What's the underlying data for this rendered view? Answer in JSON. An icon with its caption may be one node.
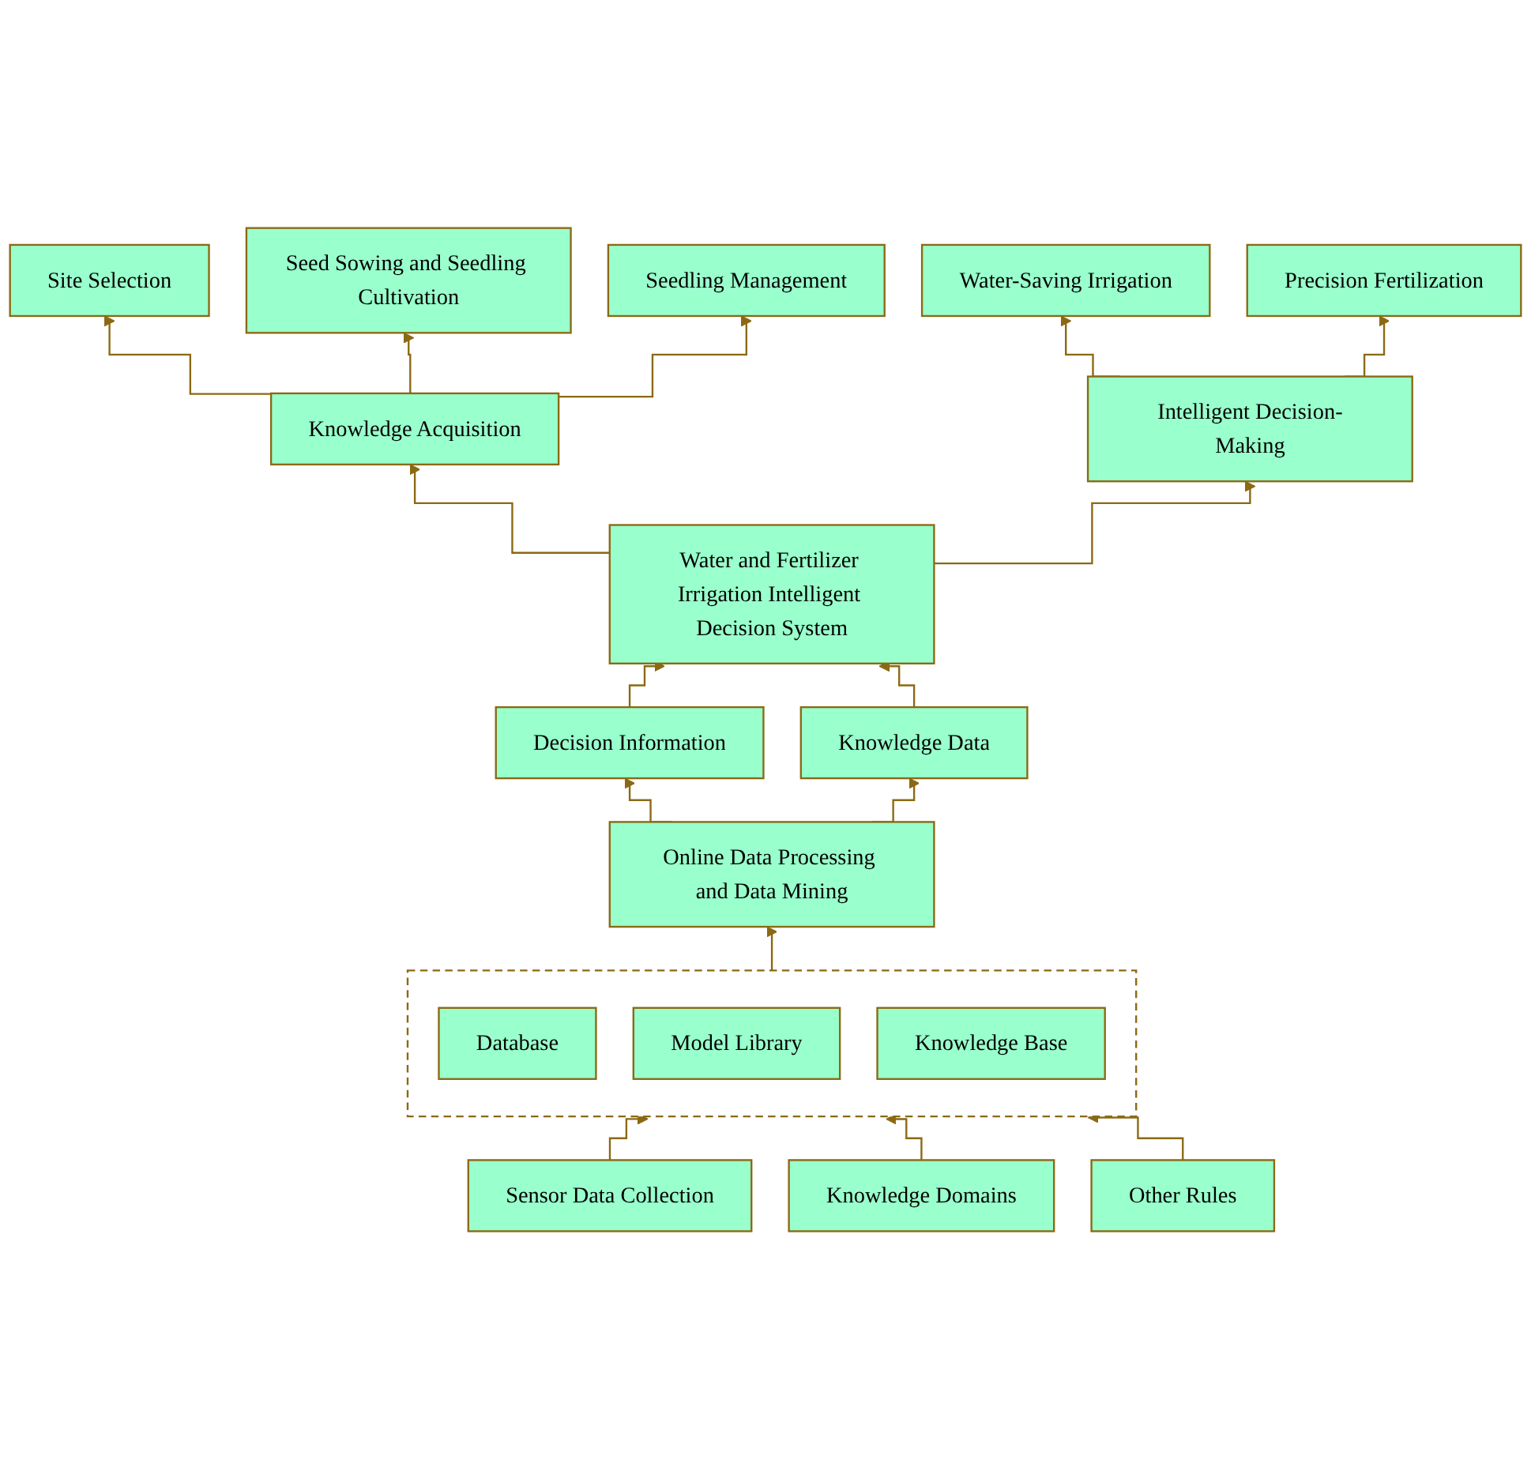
{
  "diagram": {
    "nodes": [
      {
        "text": [
          "Site Selection"
        ]
      },
      {
        "text": [
          "Seed Sowing and Seedling Cultivation"
        ]
      },
      {
        "text": [
          "Seedling Management"
        ]
      },
      {
        "text": [
          "Water-Saving Irrigation"
        ]
      },
      {
        "text": [
          "Precision Fertilization"
        ]
      },
      {
        "text": [
          "Knowledge Acquisition"
        ]
      },
      {
        "text": [
          "Intelligent Decision-Making"
        ]
      },
      {
        "text": [
          "Water and Fertilizer Irrigation Intelligent Decision System"
        ]
      },
      {
        "text": [
          "Decision Information"
        ]
      },
      {
        "text": [
          "Knowledge Data"
        ]
      },
      {
        "text": [
          "Online Data Processing and Data Mining"
        ]
      },
      {
        "text": [],
        "shape": "box"
      },
      {
        "text": [
          "Database"
        ],
        "in": 11
      },
      {
        "text": [
          "Model Library"
        ],
        "in": 11
      },
      {
        "text": [
          "Knowledge Base"
        ],
        "in": 11
      },
      {
        "text": [
          "Sensor Data Collection"
        ]
      },
      {
        "text": [
          "Knowledge Domains"
        ]
      },
      {
        "text": [
          "Other Rules"
        ]
      }
    ],
    "edges": [
      {
        "from": 5,
        "to": 0,
        "arrow": "to"
      },
      {
        "from": 5,
        "to": 1,
        "arrow": "to"
      },
      {
        "from": 5,
        "to": 2,
        "arrow": "to"
      },
      {
        "from": 6,
        "to": 3,
        "arrow": "to"
      },
      {
        "from": 6,
        "to": 4,
        "arrow": "to"
      },
      {
        "from": 7,
        "to": 5,
        "arrow": "to"
      },
      {
        "from": 7,
        "to": 6,
        "arrow": "to"
      },
      {
        "from": 8,
        "to": 7,
        "arrow": "to"
      },
      {
        "from": 9,
        "to": 7,
        "arrow": "to"
      },
      {
        "from": 10,
        "to": 8,
        "arrow": "to"
      },
      {
        "from": 10,
        "to": 9,
        "arrow": "to"
      },
      {
        "from": 11,
        "to": 10,
        "arrow": "to"
      },
      {
        "from": 15,
        "to": 11,
        "arrow": "to"
      },
      {
        "from": 16,
        "to": 11,
        "arrow": "to"
      },
      {
        "from": 17,
        "to": 11,
        "arrow": "to"
      }
    ]
  }
}
